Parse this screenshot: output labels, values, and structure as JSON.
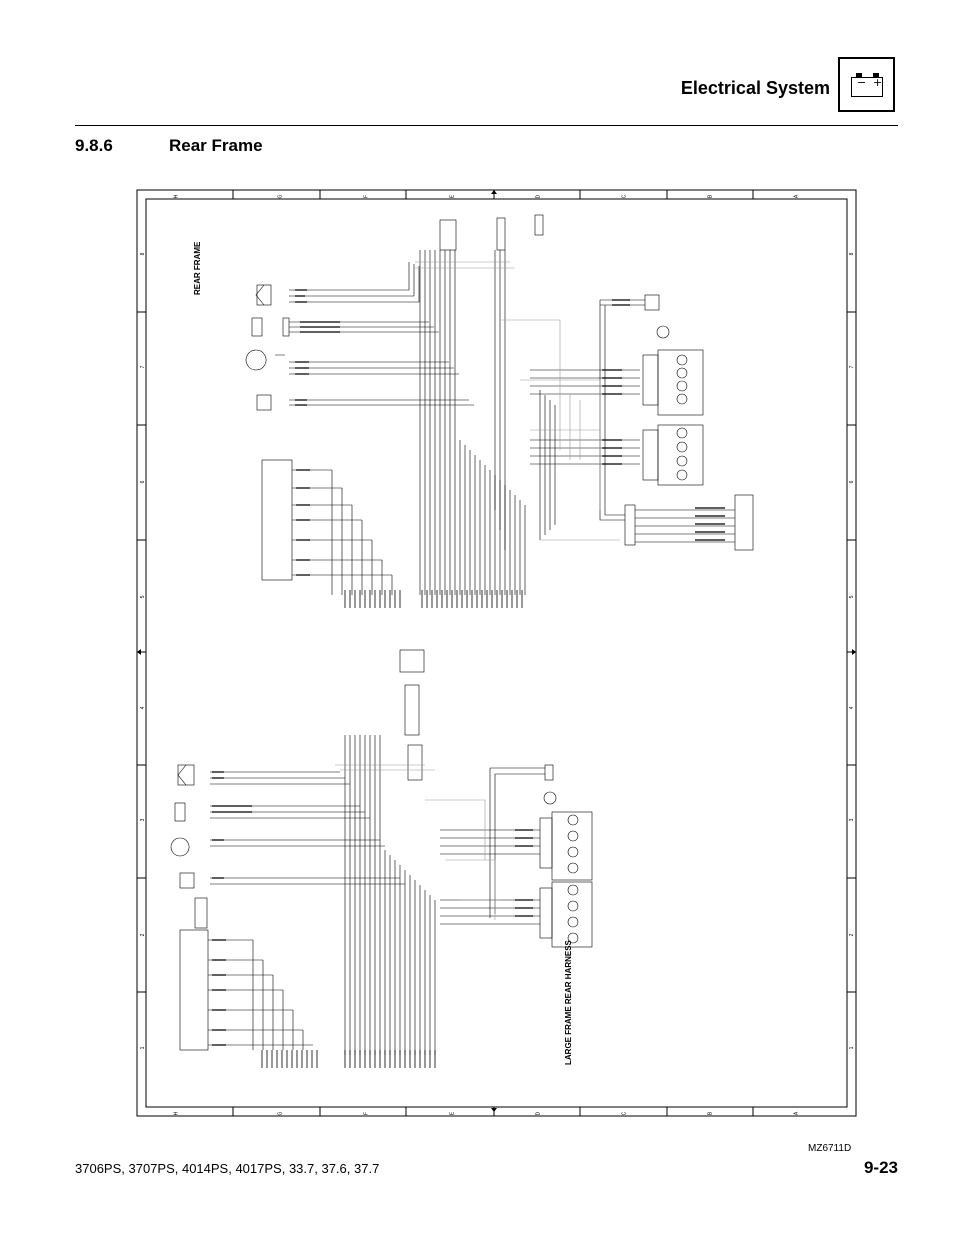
{
  "header": {
    "title": "Electrical System",
    "battery_minus": "−",
    "battery_plus": "+"
  },
  "section": {
    "number": "9.8.6",
    "title": "Rear Frame"
  },
  "diagram": {
    "column_labels": [
      "H",
      "G",
      "F",
      "E",
      "D",
      "C",
      "B",
      "A"
    ],
    "row_labels": [
      "8",
      "7",
      "6",
      "5",
      "4",
      "3",
      "2",
      "1"
    ],
    "title_upper": "REAR FRAME",
    "title_lower": "LARGE FRAME REAR HARNESS",
    "figure_id": "MZ6711D"
  },
  "footer": {
    "models": "3706PS, 3707PS, 4014PS, 4017PS, 33.7, 37.6, 37.7",
    "page": "9-23"
  }
}
